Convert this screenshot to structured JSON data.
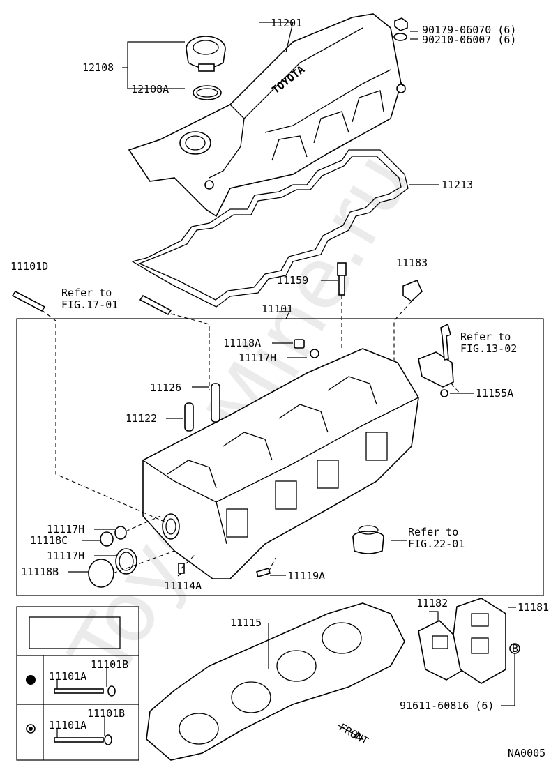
{
  "watermark": "ToyotaMine.ru",
  "diagram_id": "NA0005",
  "labels": {
    "cover": "11201",
    "cap": "12108",
    "cap_gasket": "12108A",
    "nut": "90179-06070 (6)",
    "washer": "90210-06007 (6)",
    "cover_gasket": "11213",
    "stud_d": "11101D",
    "ref17": "Refer to\nFIG.17-01",
    "plug_11159": "11159",
    "key_11183": "11183",
    "head": "11101",
    "plug_11118A": "11118A",
    "gasket_11117H_top": "11117H",
    "ref13": "Refer to\nFIG.13-02",
    "pin_11126": "11126",
    "pin_11122": "11122",
    "bracket_11155A": "11155A",
    "gasket_11117H_a": "11117H",
    "plug_11118C": "11118C",
    "gasket_11117H_b": "11117H",
    "plug_11118B": "11118B",
    "ref22": "Refer to\nFIG.22-01",
    "pin_11114A": "11114A",
    "pin_11119A": "11119A",
    "head_gasket": "11115",
    "plate_11182": "11182",
    "plate_11181": "11181",
    "bolt_91611": "91611-60816 (6)",
    "legend_b1": "11101B",
    "legend_a1": "11101A",
    "legend_b2": "11101B",
    "legend_a2": "11101A",
    "front": "FRONT",
    "brand": "TOYOTA",
    "callout_b": "B"
  }
}
